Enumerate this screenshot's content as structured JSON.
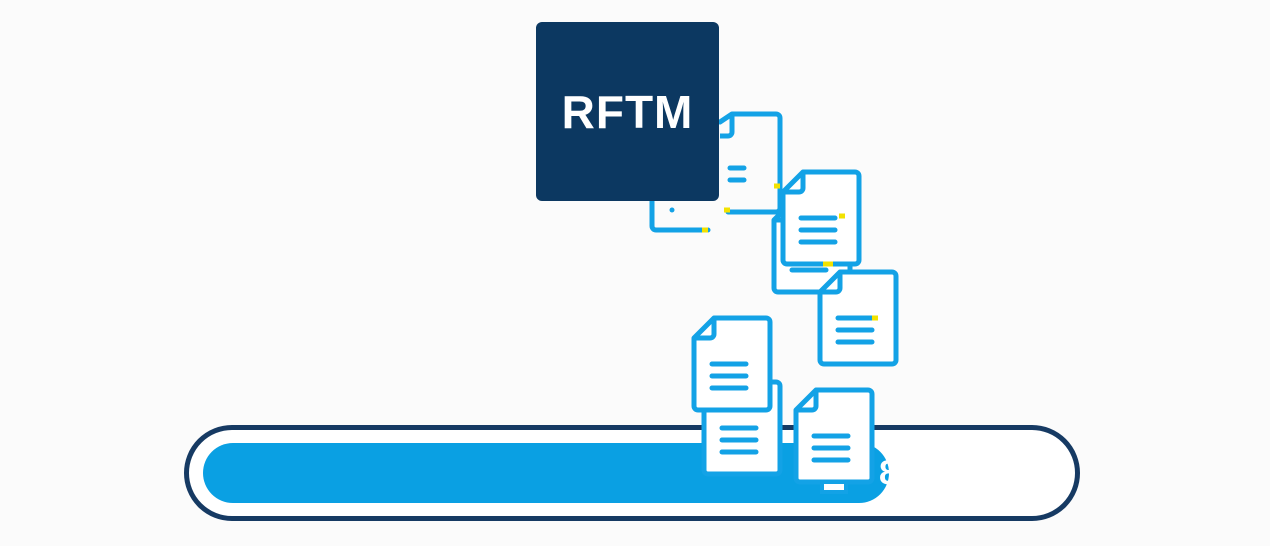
{
  "logo": {
    "text": "RFTM",
    "background": "#0c3861"
  },
  "progress": {
    "percent": 80,
    "label": "80%",
    "fill_color": "#0aa0e3",
    "track_border_color": "#163a63"
  },
  "icons": {
    "document": "document-icon",
    "accent_color": "#f2e200",
    "outline_color": "#13a2e6"
  }
}
